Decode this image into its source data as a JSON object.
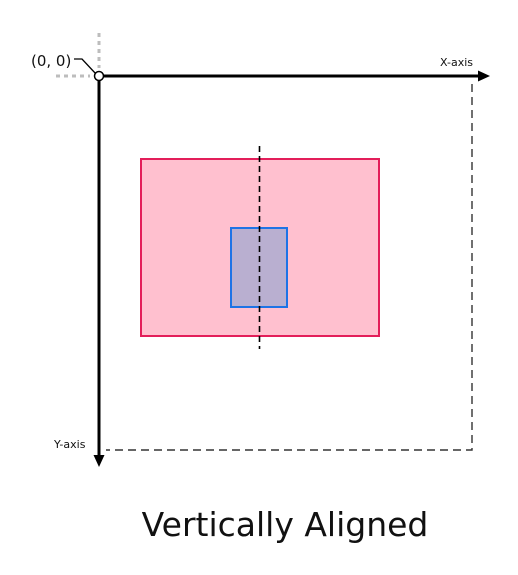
{
  "labels": {
    "origin": "(0, 0)",
    "x_axis": "X-axis",
    "y_axis": "Y-axis",
    "caption": "Vertically Aligned"
  },
  "colors": {
    "axis": "#000000",
    "guide": "#333333",
    "origin_ghost": "#bdbdbd",
    "outer_fill": "#ffc0cf",
    "outer_stroke": "#e31e5a",
    "inner_fill": "#b9afd0",
    "inner_stroke": "#1e73e6"
  }
}
